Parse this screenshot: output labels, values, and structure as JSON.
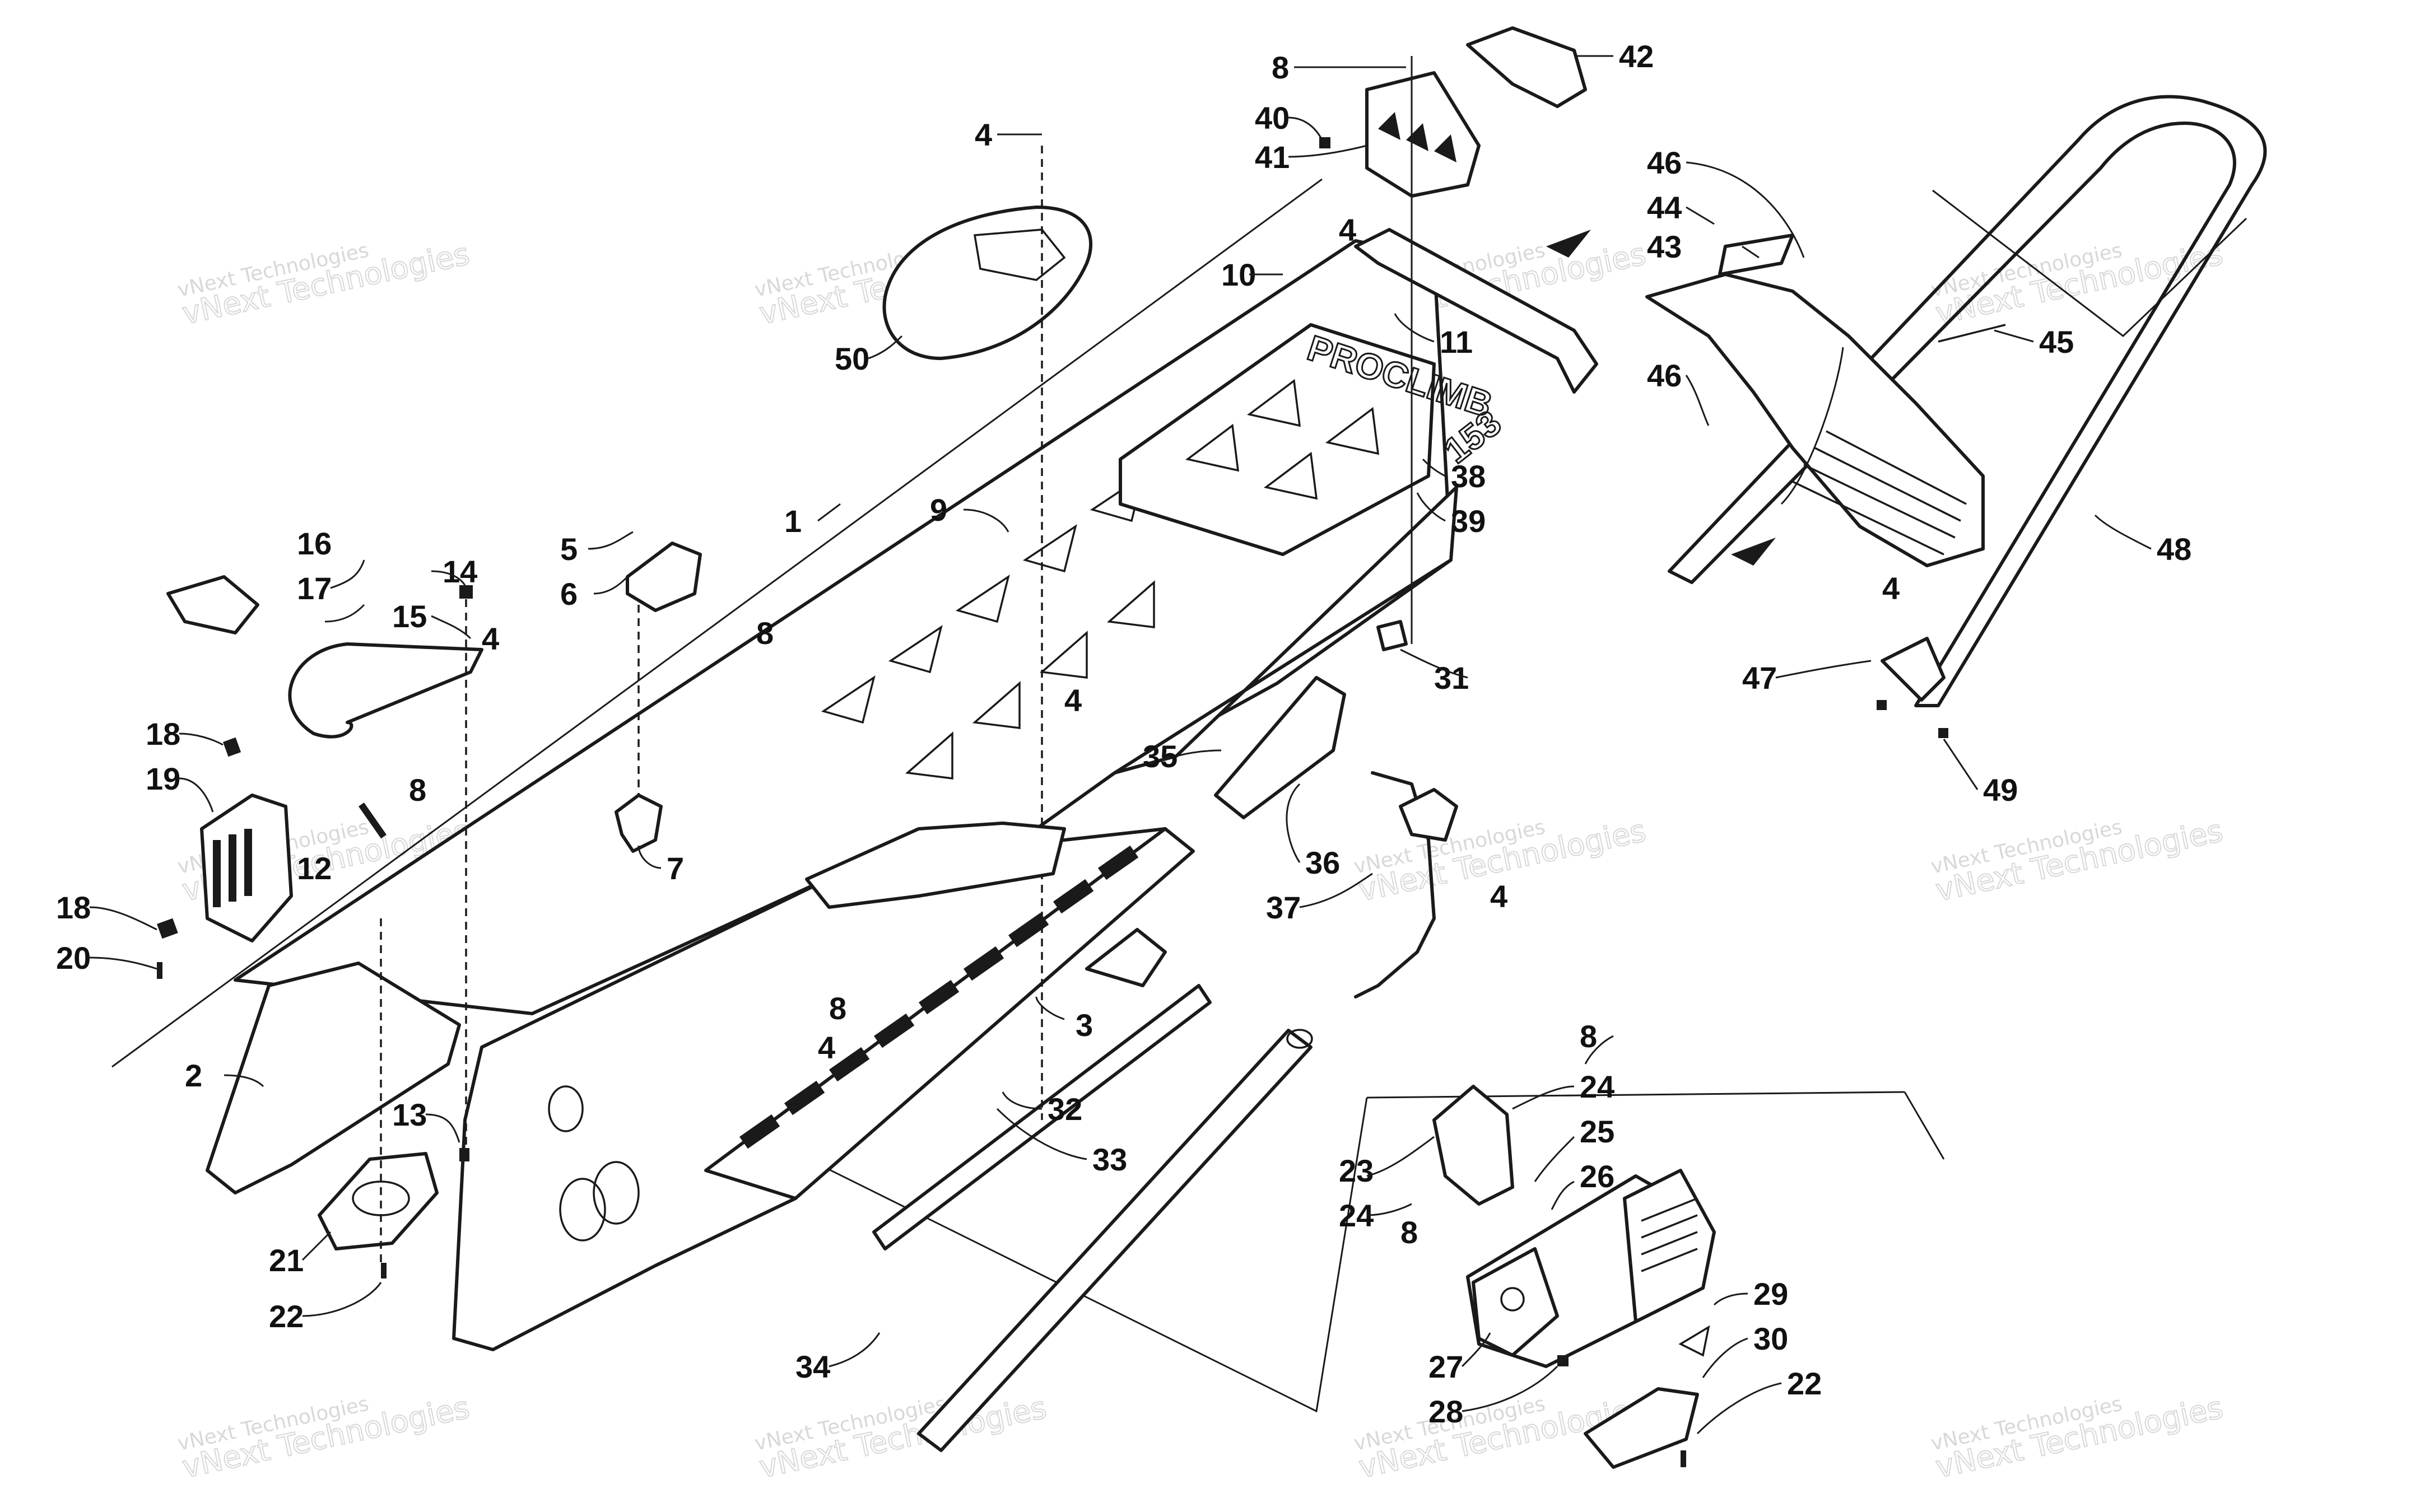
{
  "diagram": {
    "callouts": [
      "1",
      "2",
      "3",
      "4",
      "4",
      "4",
      "4",
      "4",
      "4",
      "4",
      "5",
      "6",
      "7",
      "8",
      "8",
      "8",
      "8",
      "8",
      "8",
      "9",
      "10",
      "11",
      "12",
      "13",
      "14",
      "15",
      "16",
      "17",
      "18",
      "18",
      "19",
      "20",
      "21",
      "22",
      "22",
      "23",
      "24",
      "24",
      "25",
      "26",
      "27",
      "28",
      "29",
      "30",
      "31",
      "32",
      "33",
      "34",
      "35",
      "36",
      "37",
      "38",
      "39",
      "40",
      "41",
      "42",
      "43",
      "44",
      "45",
      "46",
      "46",
      "47",
      "48",
      "49",
      "50"
    ],
    "decal_text": [
      "PROCLIMB",
      "153"
    ],
    "watermark": {
      "line1": "vNext Technologies",
      "line2": "vNext Technologies"
    }
  }
}
